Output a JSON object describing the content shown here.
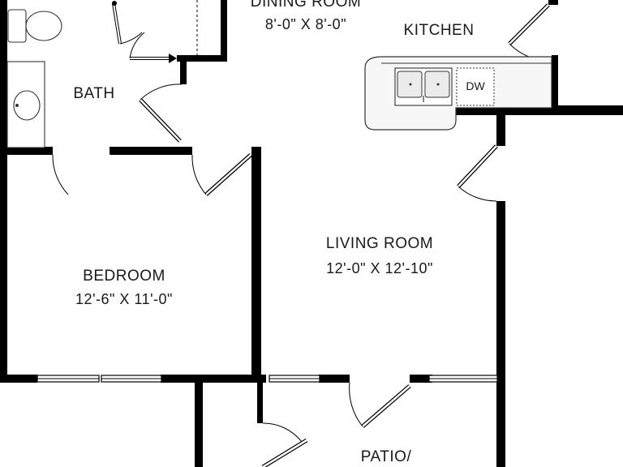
{
  "rooms": {
    "dining": {
      "name": "DINING ROOM",
      "dims": "8'-0\" X 8'-0\""
    },
    "kitchen": {
      "name": "KITCHEN"
    },
    "bath": {
      "name": "BATH"
    },
    "bedroom": {
      "name": "BEDROOM",
      "dims": "12'-6\" X 11'-0\""
    },
    "living": {
      "name": "LIVING ROOM",
      "dims": "12'-0\" X 12'-10\""
    },
    "patio": {
      "name": "PATIO/"
    }
  },
  "appliances": {
    "dishwasher": "DW"
  },
  "colors": {
    "wall": "#000000",
    "background": "#ffffff",
    "text": "#1a1a1a"
  }
}
